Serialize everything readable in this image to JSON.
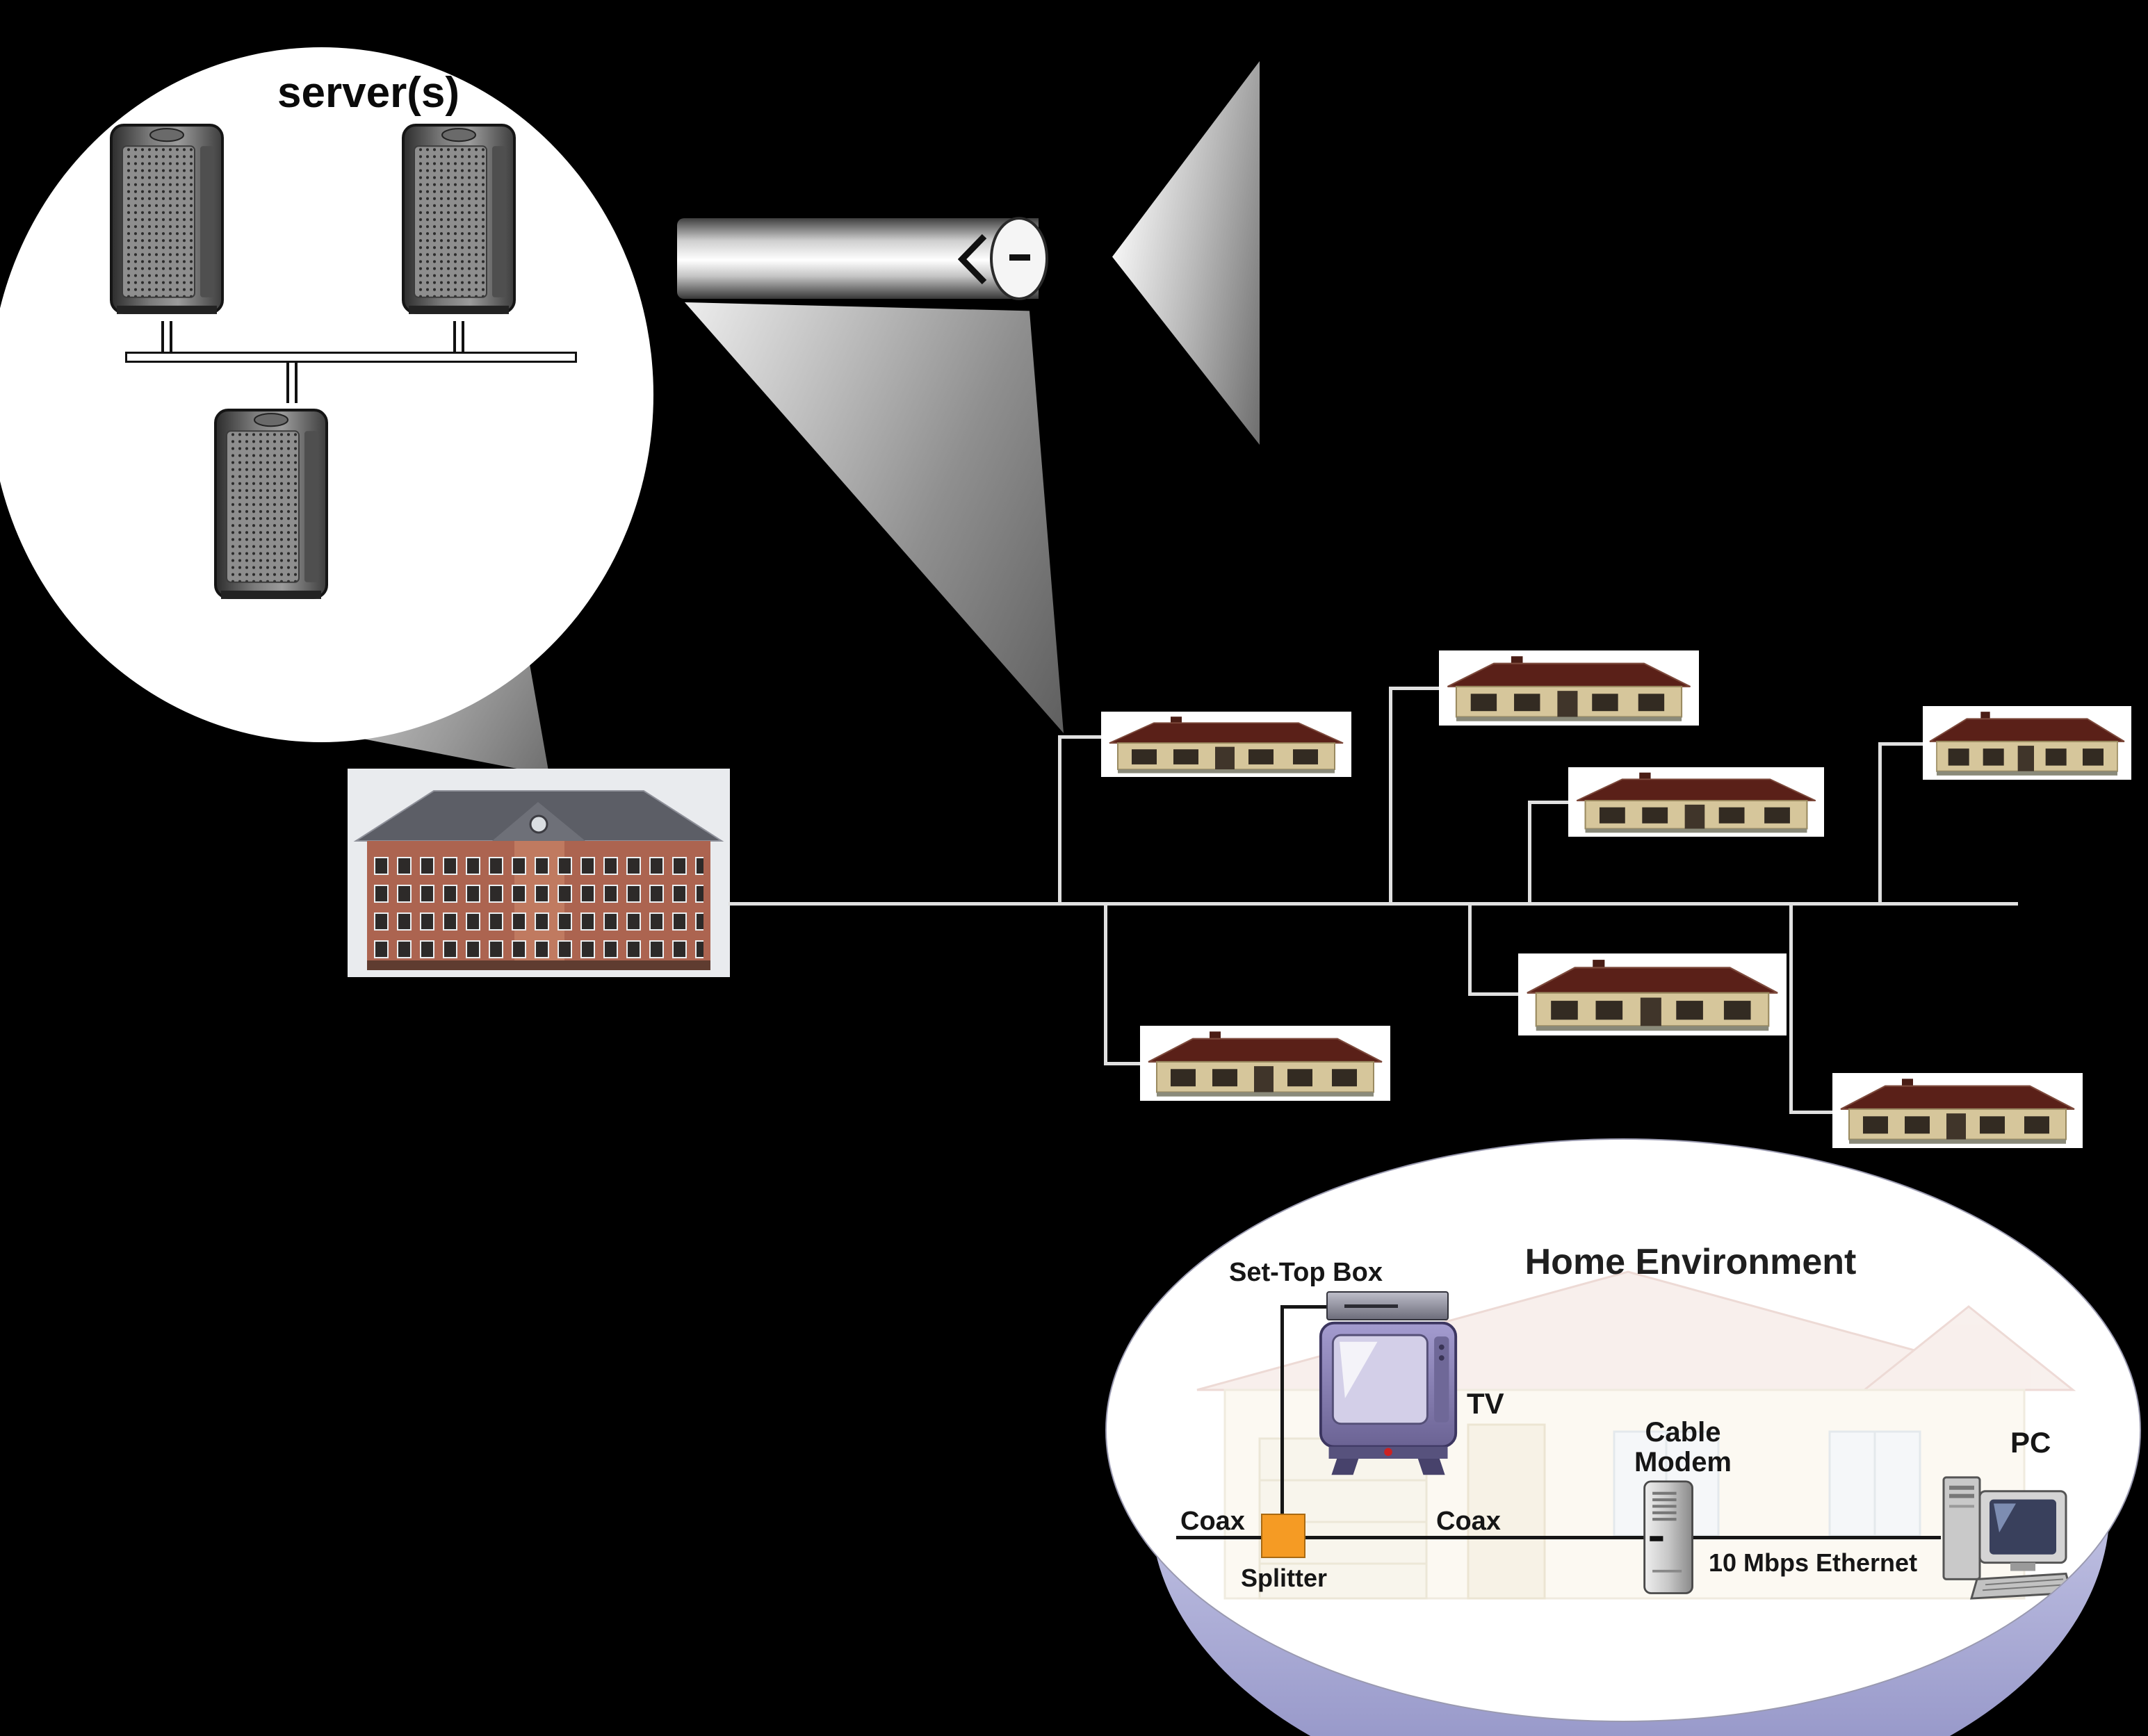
{
  "colors": {
    "background": "#000000",
    "bubble_fill": "#ffffff",
    "line_light": "#e0e0e0",
    "line_dark": "#161616",
    "splitter_orange": "#f59b24",
    "house_roof": "#5a2018",
    "house_wall": "#d6c69b",
    "tv_purple": "#8f87bd",
    "home_shadow_lavender": "#8b8cc2"
  },
  "server_cluster": {
    "label": "server(s)",
    "server_count": 3
  },
  "distribution": {
    "house_count": 7
  },
  "home_environment": {
    "title": "Home Environment",
    "set_top_box_label": "Set-Top Box",
    "tv_label": "TV",
    "cable_modem_label_line1": "Cable",
    "cable_modem_label_line2": "Modem",
    "pc_label": "PC",
    "coax_label_left": "Coax",
    "coax_label_middle": "Coax",
    "splitter_label": "Splitter",
    "ethernet_label": "10 Mbps Ethernet"
  }
}
